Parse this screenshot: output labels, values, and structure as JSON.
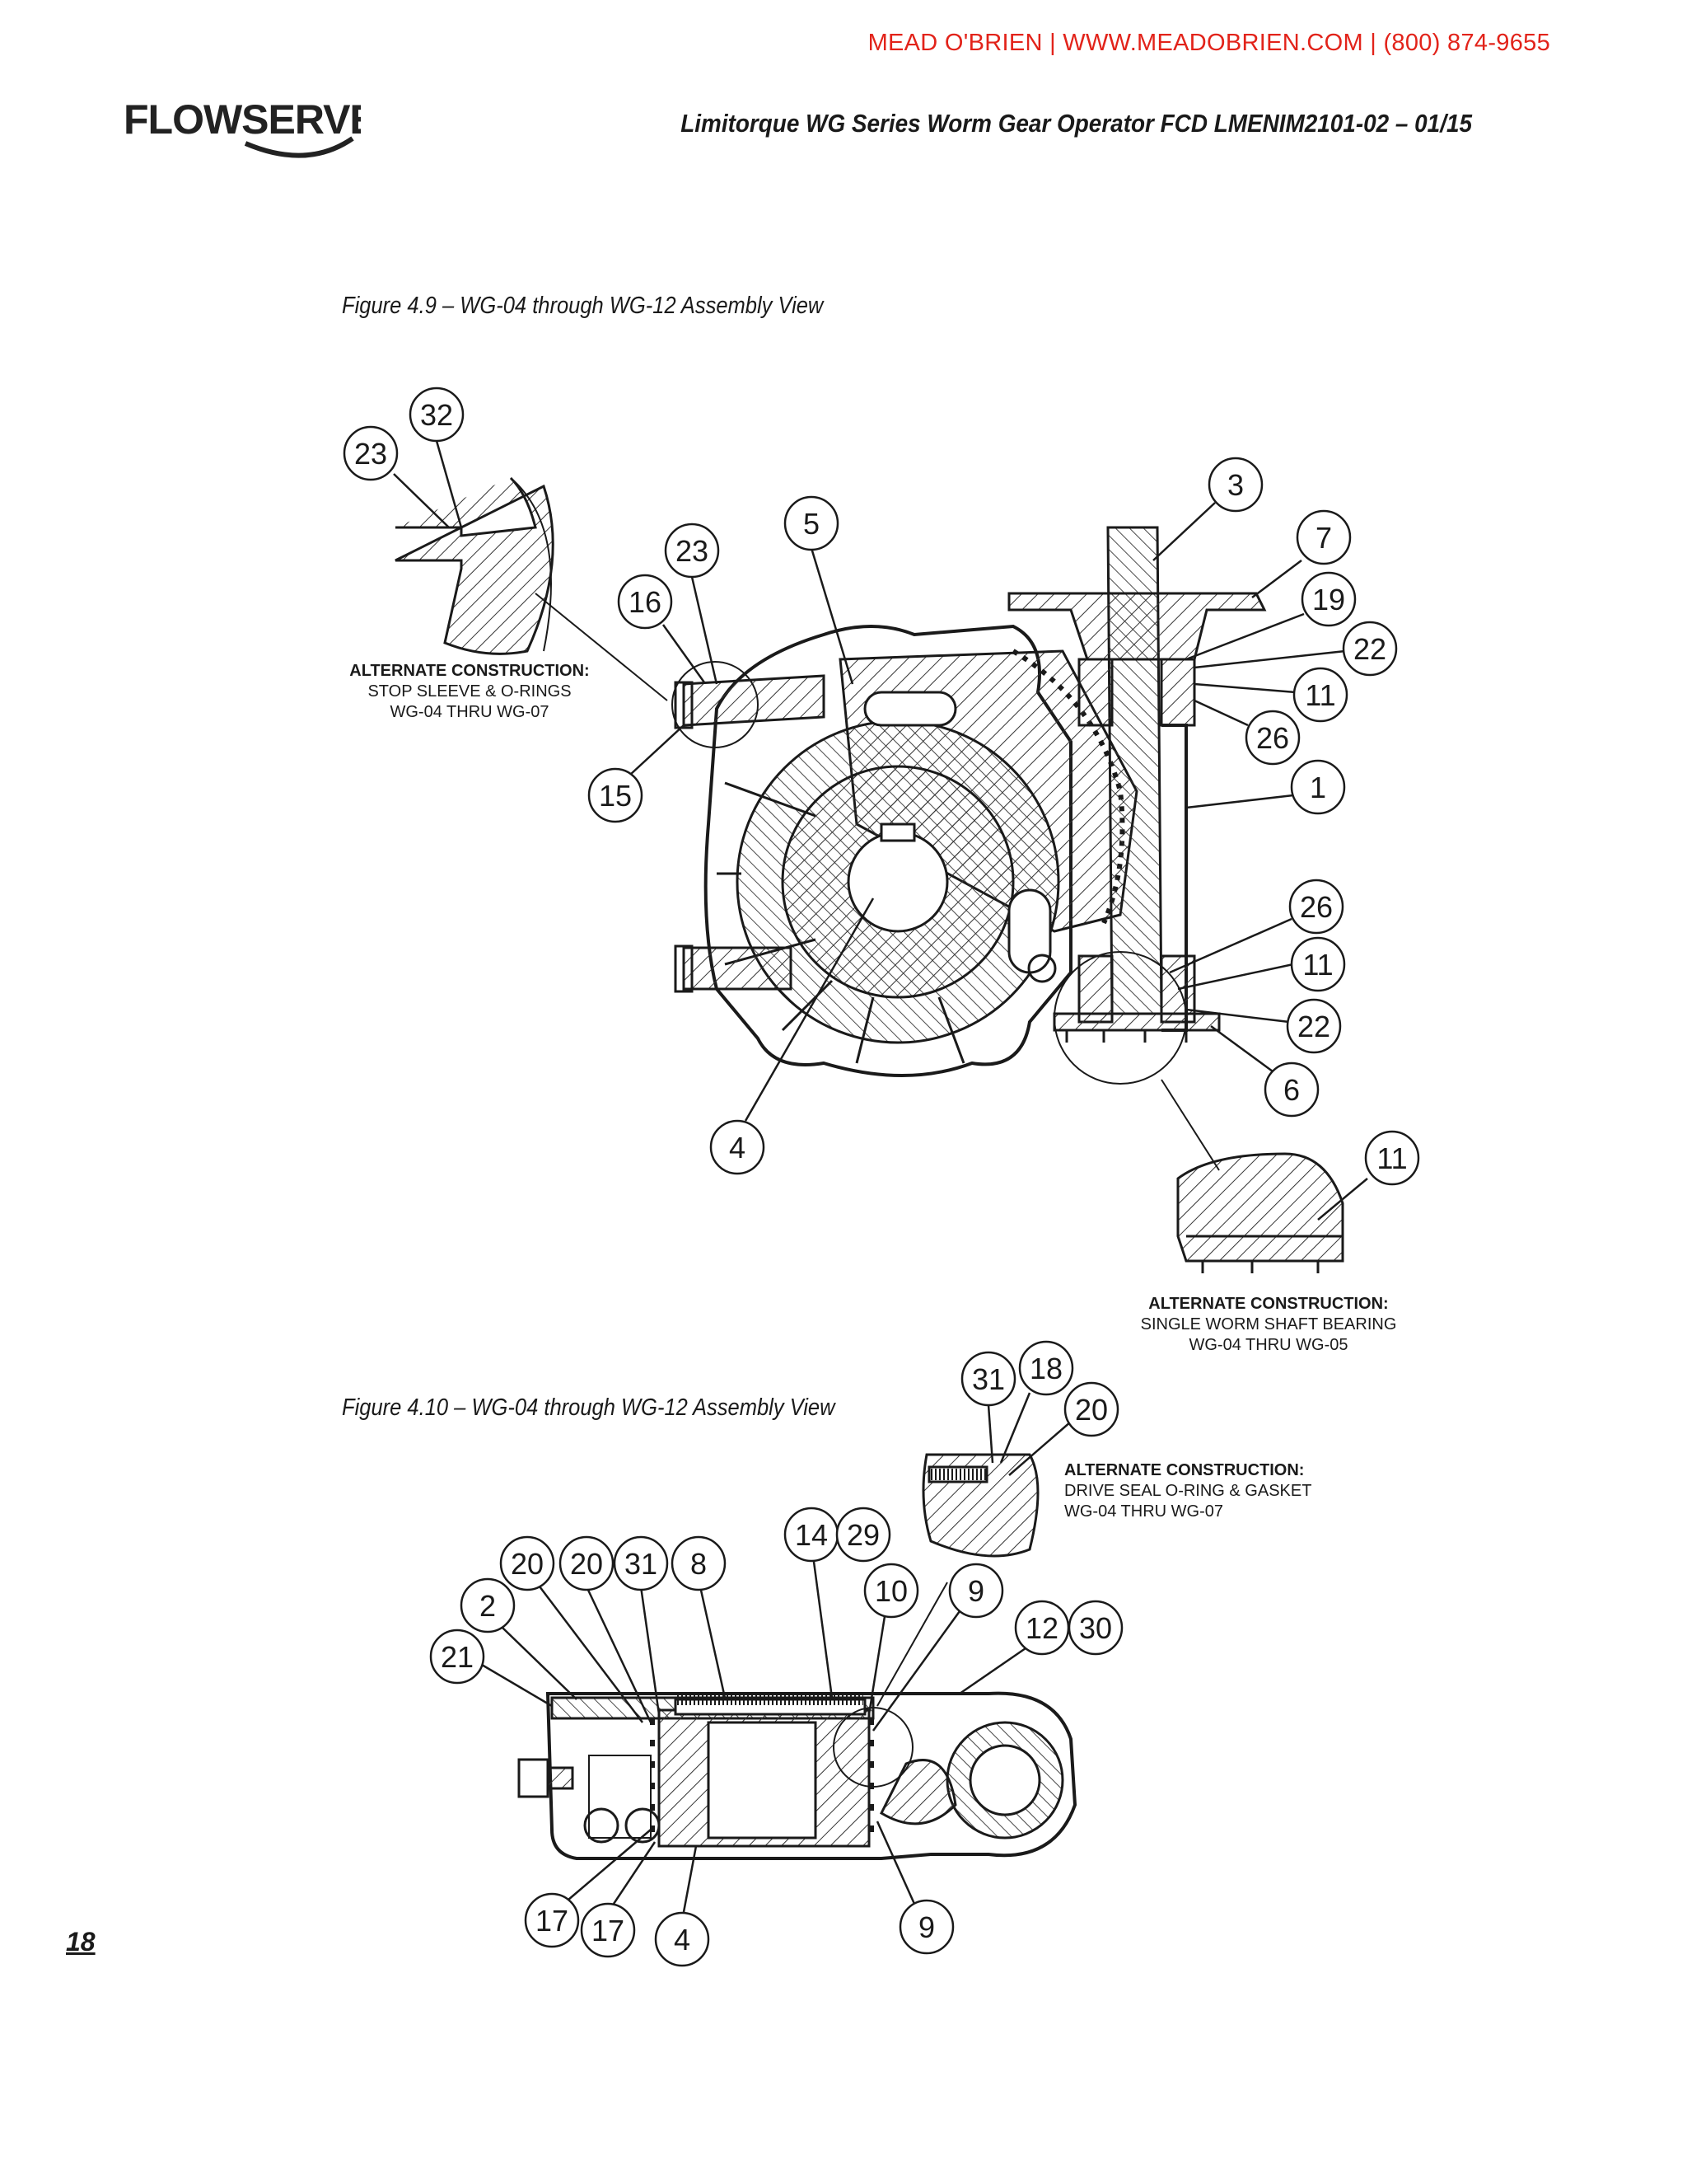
{
  "header": {
    "dealer_line": "MEAD O'BRIEN | WWW.MEADOBRIEN.COM | (800) 874-9655",
    "logo_text": "FLOWSERVE",
    "doc_title": "Limitorque WG Series Worm Gear Operator    FCD LMENIM2101-02 – 01/15"
  },
  "figure_4_9": {
    "caption": "Figure 4.9 – WG-04 through WG-12 Assembly View",
    "note_stop_sleeve": {
      "title": "ALTERNATE CONSTRUCTION:",
      "line1": "STOP SLEEVE & O-RINGS",
      "line2": "WG-04 THRU WG-07"
    },
    "note_worm_bearing": {
      "title": "ALTERNATE CONSTRUCTION:",
      "line1": "SINGLE WORM SHAFT BEARING",
      "line2": "WG-04 THRU WG-05"
    },
    "callouts": [
      "32",
      "23",
      "5",
      "23",
      "16",
      "15",
      "3",
      "7",
      "19",
      "22",
      "11",
      "26",
      "1",
      "26",
      "11",
      "22",
      "6",
      "4",
      "11"
    ]
  },
  "figure_4_10": {
    "caption": "Figure 4.10 – WG-04 through WG-12 Assembly View",
    "note_drive_seal": {
      "title": "ALTERNATE CONSTRUCTION:",
      "line1": "DRIVE SEAL O-RING & GASKET",
      "line2": "WG-04 THRU WG-07"
    },
    "callouts": [
      "31",
      "18",
      "20",
      "14",
      "29",
      "10",
      "9",
      "12",
      "30",
      "20",
      "20",
      "31",
      "8",
      "2",
      "21",
      "17",
      "17",
      "4",
      "9"
    ]
  },
  "footer": {
    "page_number": "18"
  },
  "colors": {
    "dealer_red": "#e2231a",
    "ink": "#1a1a1a"
  }
}
